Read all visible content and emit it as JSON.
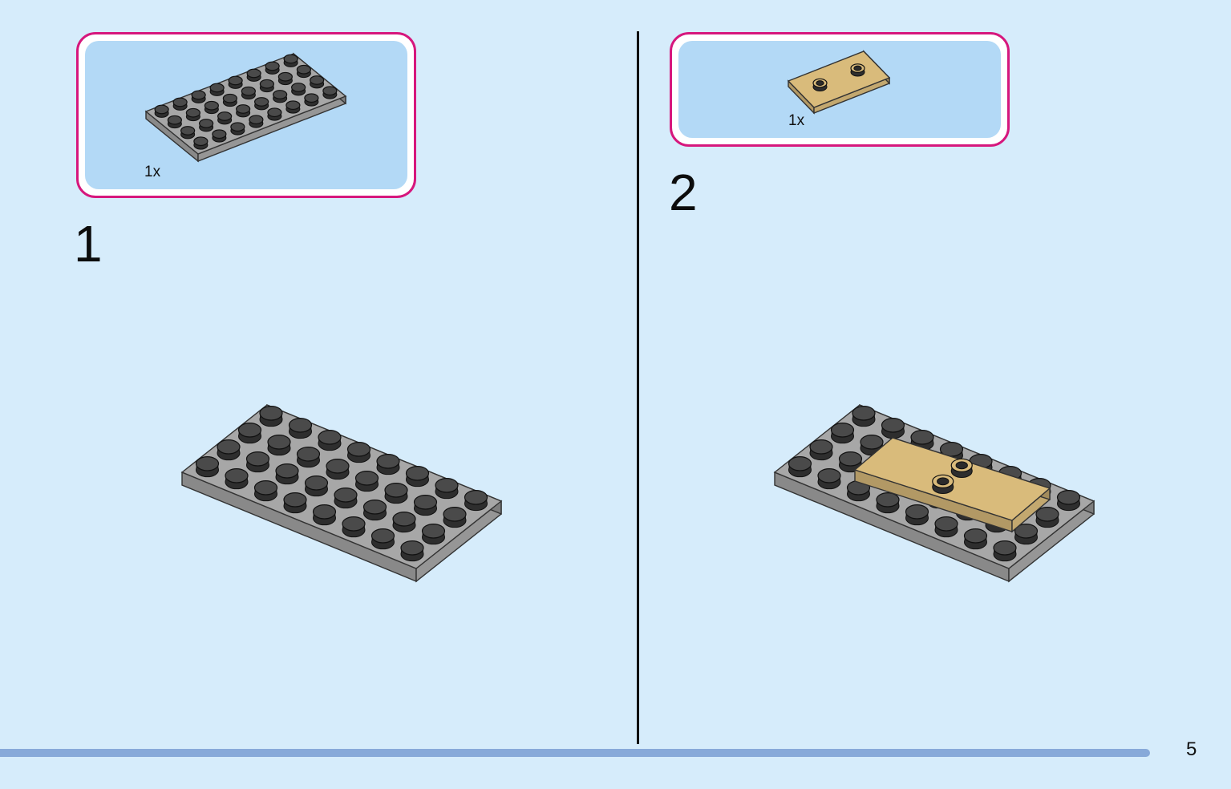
{
  "steps": [
    {
      "number": "1",
      "parts": [
        {
          "qty": "1x",
          "name": "plate-4x8-grey",
          "color": "#a7a7a7"
        }
      ]
    },
    {
      "number": "2",
      "parts": [
        {
          "qty": "1x",
          "name": "plate-2x4-tan",
          "color": "#d9bb7b"
        }
      ]
    }
  ],
  "page_number": "5",
  "colors": {
    "background": "#d6ecfb",
    "parts_frame": "#d6177d",
    "parts_fill": "#b3d9f6",
    "grey_plate": "#a7a7a7",
    "stud": "#3a3a3a",
    "tan_plate": "#d9bb7b",
    "progress": "#87a9d9"
  }
}
